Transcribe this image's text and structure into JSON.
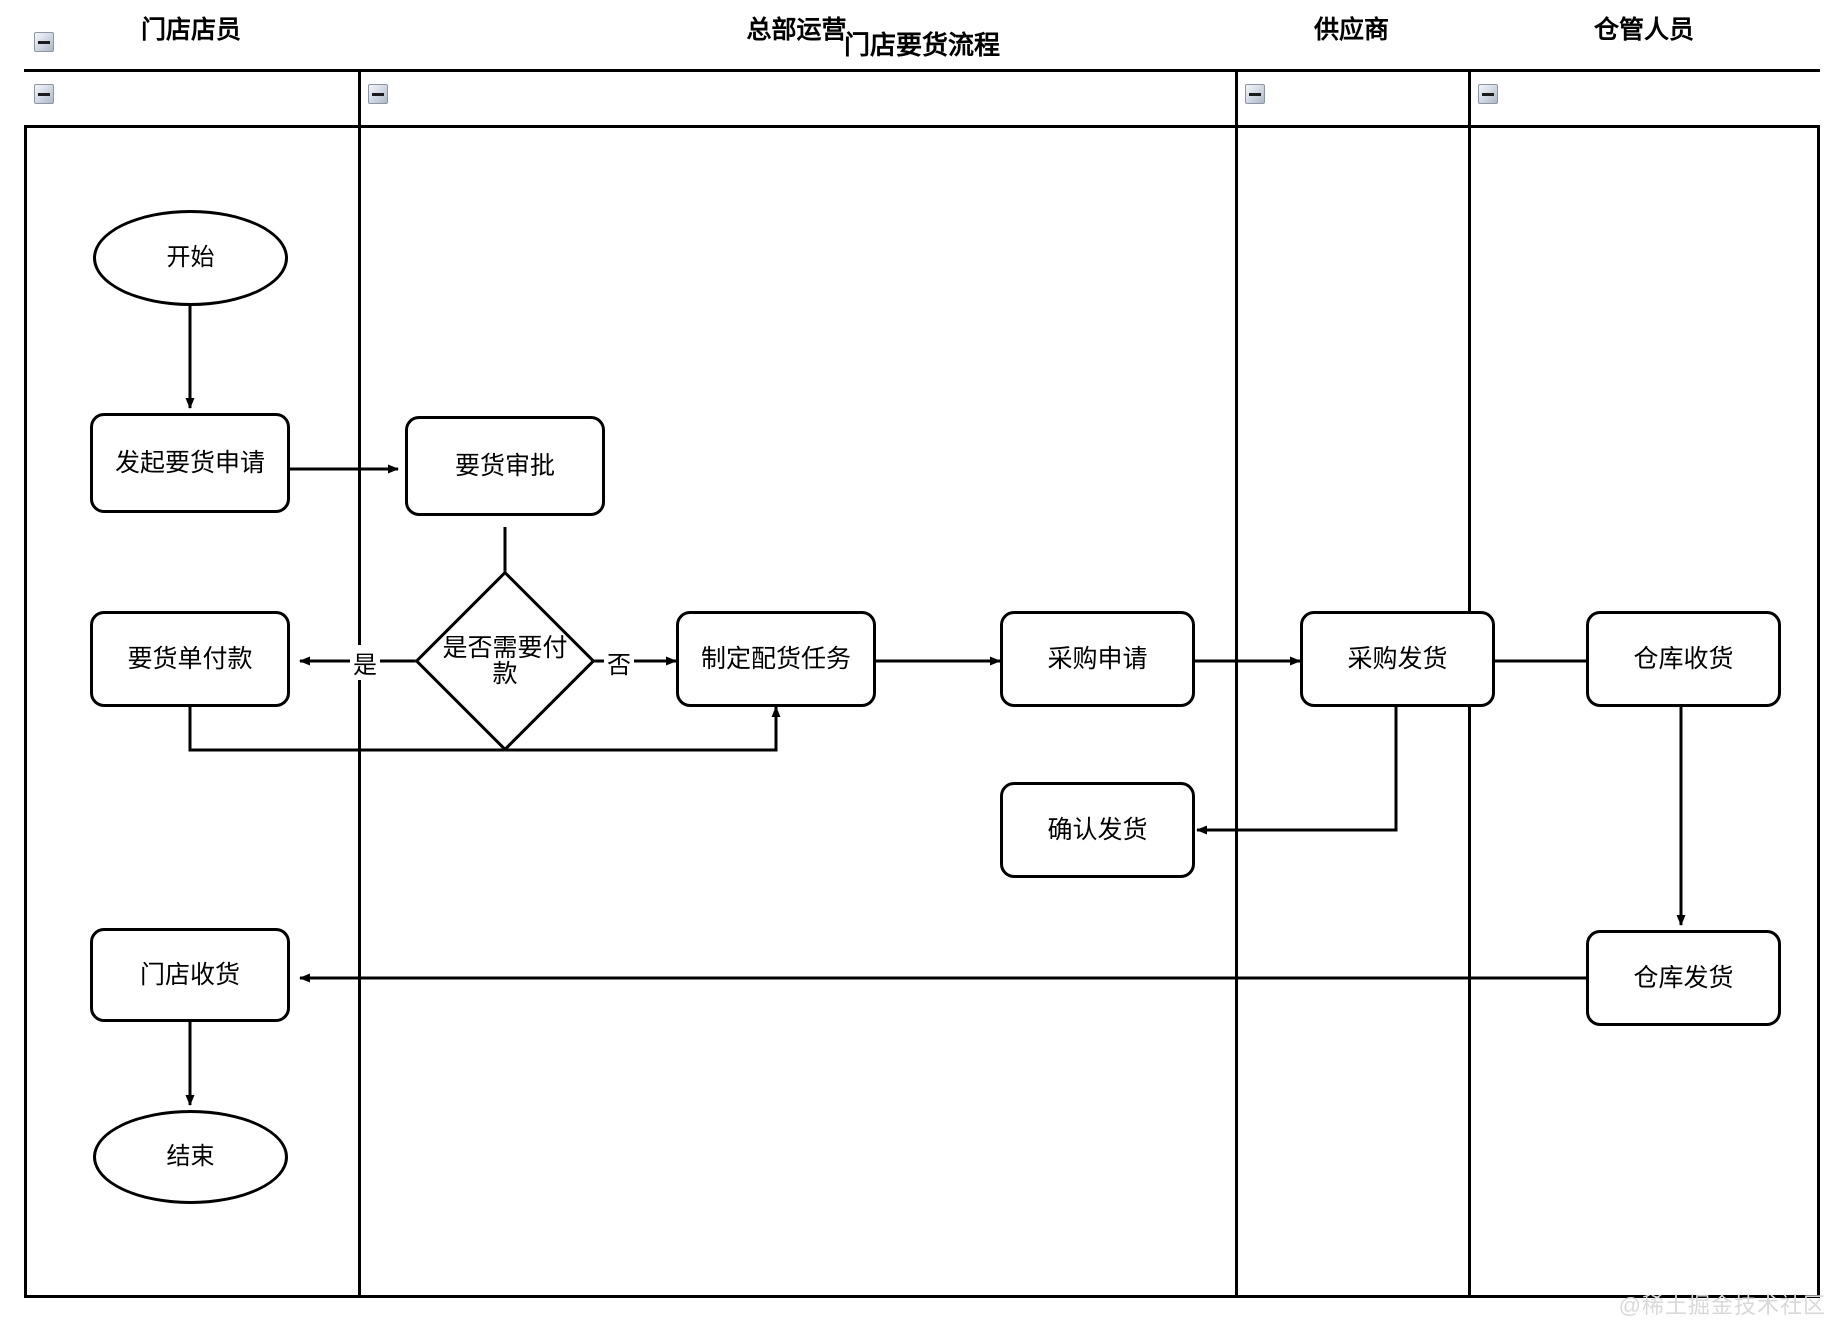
{
  "diagram": {
    "type": "flowchart",
    "notation": "BPMN swimlane (cross-functional flowchart)",
    "title": "门店要货流程",
    "watermark": "@稀土掘金技术社区",
    "lanes": [
      {
        "id": "lane-store-clerk",
        "label": "门店店员"
      },
      {
        "id": "lane-hq-ops",
        "label": "总部运营"
      },
      {
        "id": "lane-supplier",
        "label": "供应商"
      },
      {
        "id": "lane-warehouse",
        "label": "仓管人员"
      }
    ],
    "nodes": [
      {
        "id": "start",
        "label": "开始",
        "shape": "ellipse",
        "lane": "lane-store-clerk"
      },
      {
        "id": "raise-request",
        "label": "发起要货申请",
        "shape": "task",
        "lane": "lane-store-clerk"
      },
      {
        "id": "approve-request",
        "label": "要货审批",
        "shape": "task",
        "lane": "lane-hq-ops"
      },
      {
        "id": "need-payment",
        "label": "是否需要付款",
        "shape": "diamond",
        "lane": "lane-hq-ops"
      },
      {
        "id": "order-payment",
        "label": "要货单付款",
        "shape": "task",
        "lane": "lane-store-clerk"
      },
      {
        "id": "create-dispatch",
        "label": "制定配货任务",
        "shape": "task",
        "lane": "lane-hq-ops"
      },
      {
        "id": "purchase-request",
        "label": "采购申请",
        "shape": "task",
        "lane": "lane-hq-ops"
      },
      {
        "id": "confirm-shipment",
        "label": "确认发货",
        "shape": "task",
        "lane": "lane-hq-ops"
      },
      {
        "id": "purchase-ship",
        "label": "采购发货",
        "shape": "task",
        "lane": "lane-supplier"
      },
      {
        "id": "warehouse-in",
        "label": "仓库收货",
        "shape": "task",
        "lane": "lane-warehouse"
      },
      {
        "id": "warehouse-out",
        "label": "仓库发货",
        "shape": "task",
        "lane": "lane-warehouse"
      },
      {
        "id": "store-receive",
        "label": "门店收货",
        "shape": "task",
        "lane": "lane-store-clerk"
      },
      {
        "id": "end",
        "label": "结束",
        "shape": "ellipse",
        "lane": "lane-store-clerk"
      }
    ],
    "edges": [
      {
        "from": "start",
        "to": "raise-request",
        "label": ""
      },
      {
        "from": "raise-request",
        "to": "approve-request",
        "label": ""
      },
      {
        "from": "approve-request",
        "to": "need-payment",
        "label": ""
      },
      {
        "from": "need-payment",
        "to": "order-payment",
        "label": "是"
      },
      {
        "from": "need-payment",
        "to": "create-dispatch",
        "label": "否"
      },
      {
        "from": "order-payment",
        "to": "create-dispatch",
        "label": ""
      },
      {
        "from": "create-dispatch",
        "to": "purchase-request",
        "label": ""
      },
      {
        "from": "purchase-request",
        "to": "purchase-ship",
        "label": ""
      },
      {
        "from": "purchase-ship",
        "to": "warehouse-in",
        "label": ""
      },
      {
        "from": "purchase-ship",
        "to": "confirm-shipment",
        "label": ""
      },
      {
        "from": "warehouse-in",
        "to": "warehouse-out",
        "label": ""
      },
      {
        "from": "warehouse-out",
        "to": "store-receive",
        "label": ""
      },
      {
        "from": "store-receive",
        "to": "end",
        "label": ""
      }
    ],
    "edge_labels": {
      "yes": "是",
      "no": "否"
    },
    "colors": {
      "stroke": "#000000",
      "fill": "#ffffff",
      "watermark": "#d9d9d9"
    }
  }
}
